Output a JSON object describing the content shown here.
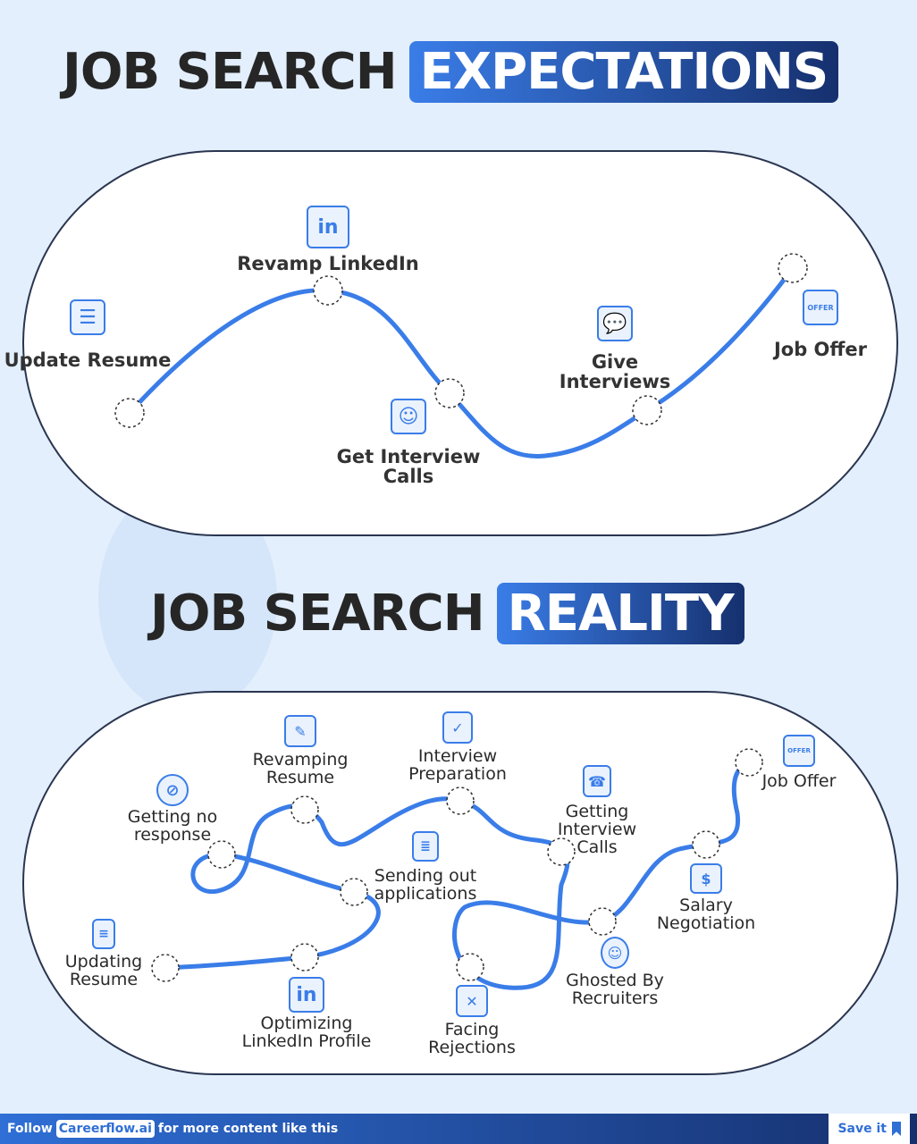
{
  "expectations": {
    "title_plain": "JOB SEARCH",
    "title_highlight": "EXPECTATIONS",
    "steps": [
      {
        "label": "Update Resume"
      },
      {
        "label": "Revamp LinkedIn"
      },
      {
        "label": "Get Interview Calls"
      },
      {
        "label": "Give Interviews"
      },
      {
        "label": "Job Offer"
      }
    ]
  },
  "reality": {
    "title_plain": "JOB SEARCH",
    "title_highlight": "REALITY",
    "steps": [
      {
        "label": "Updating Resume"
      },
      {
        "label": "Optimizing LinkedIn Profile"
      },
      {
        "label": "Sending out applications"
      },
      {
        "label": "Getting no response"
      },
      {
        "label": "Revamping Resume"
      },
      {
        "label": "Interview Preparation"
      },
      {
        "label": "Getting Interview Calls"
      },
      {
        "label": "Facing Rejections"
      },
      {
        "label": "Ghosted By Recruiters"
      },
      {
        "label": "Salary Negotiation"
      },
      {
        "label": "Job Offer"
      }
    ]
  },
  "icons": {
    "linkedin": "in",
    "offer_tag": "OFFER"
  },
  "footer": {
    "follow": "Follow",
    "brand": "Careerflow.ai",
    "rest": "for more content like this",
    "save": "Save it"
  },
  "colors": {
    "accent": "#3a7de8",
    "dark": "#16306e",
    "bg": "#e3effc"
  }
}
